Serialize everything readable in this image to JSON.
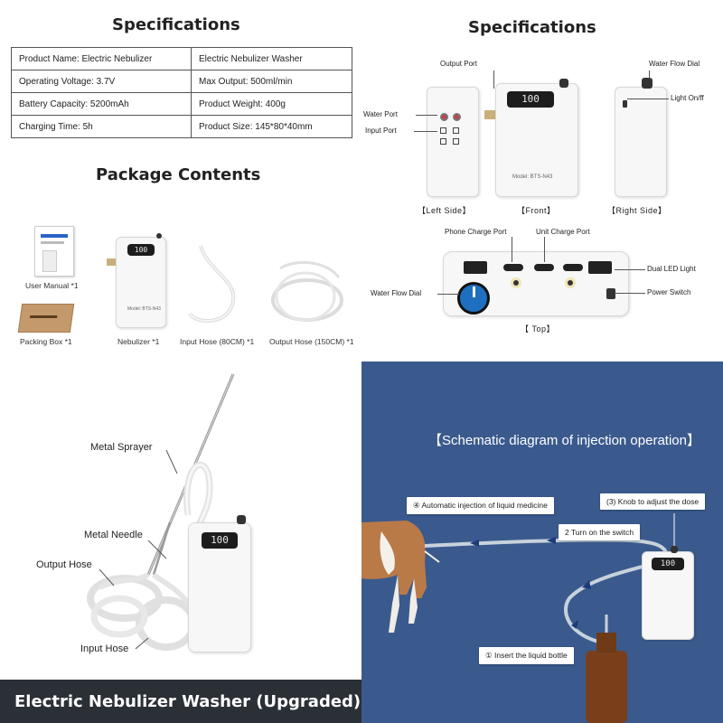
{
  "specifications": {
    "title": "Specifications",
    "rows": [
      [
        "Product Name:  Electric Nebulizer",
        "Electric Nebulizer Washer"
      ],
      [
        "Operating Voltage: 3.7V",
        "Max Output: 500ml/min"
      ],
      [
        "Battery Capacity: 5200mAh",
        "Product Weight: 400g"
      ],
      [
        "Charging Time: 5h",
        "Product Size:  145*80*40mm"
      ]
    ]
  },
  "package": {
    "title": "Package Contents",
    "items": [
      "User Manual *1",
      "Packing Box *1",
      "Nebulizer *1",
      "Input Hose (80CM) *1",
      "Output Hose (150CM) *1"
    ],
    "screen_value": "100",
    "model_text": "Model: BTS-N43"
  },
  "diagram": {
    "title": "Specifications",
    "labels": {
      "output_port": "Output Port",
      "water_port": "Water Port",
      "input_port": "Input Port",
      "water_flow_dial_top": "Water Flow Dial",
      "light_onoff": "Light On/ff",
      "phone_charge_port": "Phone Charge Port",
      "unit_charge_port": "Unit Charge Port",
      "dual_led_light": "Dual LED Light",
      "water_flow_dial": "Water Flow Dial",
      "power_switch": "Power Switch"
    },
    "views": {
      "left": "【Left Side】",
      "front": "【Front】",
      "right": "【Right Side】",
      "top": "【 Top】"
    },
    "screen_value": "100",
    "model_text": "Model: BTS-N43"
  },
  "parts": {
    "labels": {
      "metal_sprayer": "Metal Sprayer",
      "metal_needle": "Metal Needle",
      "output_hose": "Output Hose",
      "input_hose": "Input Hose"
    },
    "screen_value": "100",
    "banner": "Electric Nebulizer Washer (Upgraded)"
  },
  "injection": {
    "title": "【Schematic diagram of injection operation】",
    "steps": {
      "step4": "④  Automatic injection of liquid medicine",
      "step3": "(3) Knob to adjust the dose",
      "step2": "2 Turn on the switch",
      "step1": "①  Insert the liquid bottle"
    },
    "screen_value": "100"
  },
  "colors": {
    "q4_background": "#3a5a8e",
    "banner_background": "#2b2f36",
    "dial_blue": "#1f6fc0"
  }
}
